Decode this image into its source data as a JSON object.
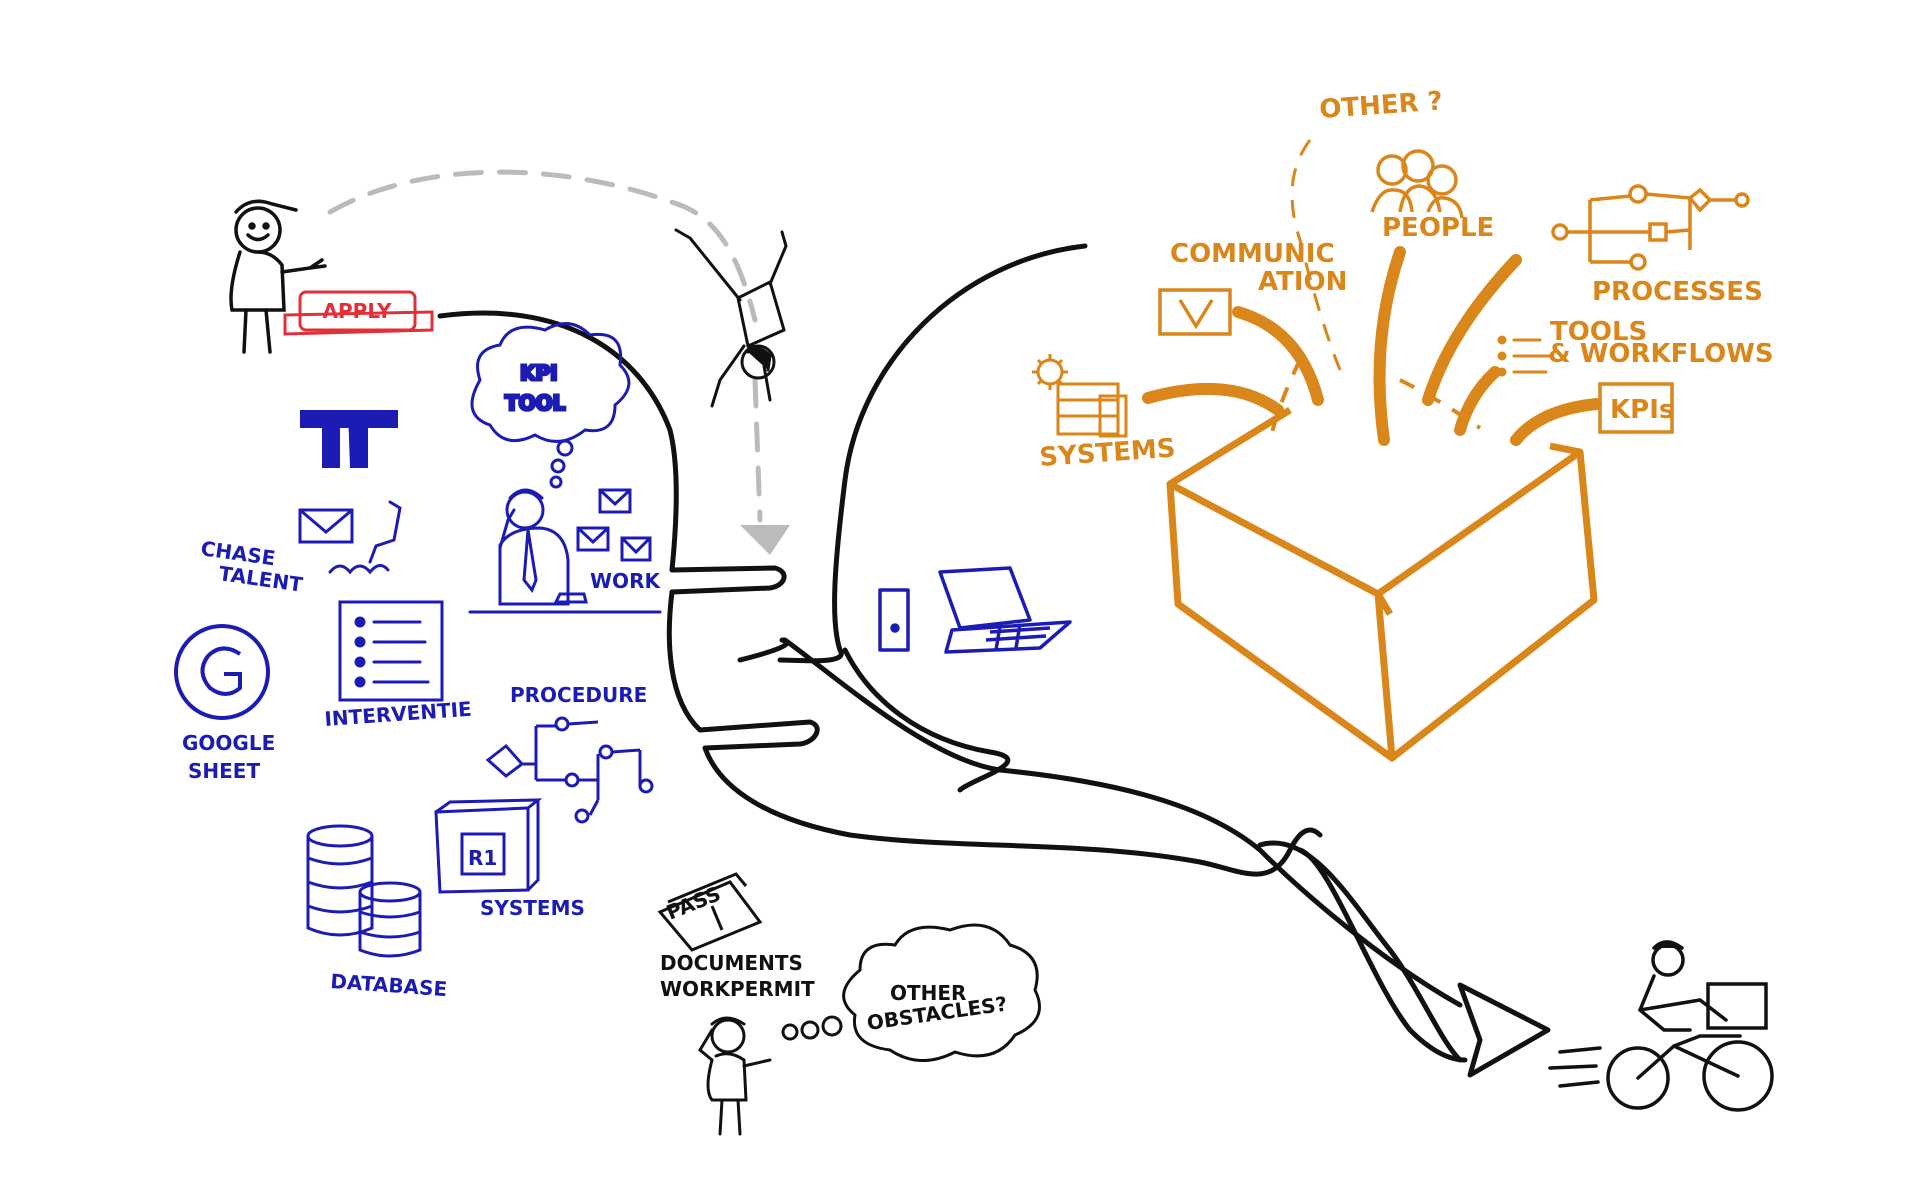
{
  "labels": {
    "apply": "APPLY",
    "kpi_tool_line1": "KPI",
    "kpi_tool_line2": "TOOL",
    "work": "WORK",
    "chase_talent_line1": "CHASE",
    "chase_talent_line2": "TALENT",
    "interventie": "INTERVENTIE",
    "google_sheet_line1": "GOOGLE",
    "google_sheet_line2": "SHEET",
    "procedure": "PROCEDURE",
    "r1": "R1",
    "systems_left": "SYSTEMS",
    "database": "DATABASE",
    "documents": "DOCUMENTS",
    "workpermit": "WORKPERMIT",
    "pass": "PASS",
    "other_obstacles_line1": "OTHER",
    "other_obstacles_line2": "OBSTACLES?",
    "other_top": "OTHER ?",
    "communication_line1": "COMMUNIC",
    "communication_line2": "ATION",
    "people": "PEOPLE",
    "processes": "PROCESSES",
    "tools_workflows_line1": "TOOLS",
    "tools_workflows_line2": "& WORKFLOWS",
    "kpis": "KPIs",
    "systems_right": "SYSTEMS"
  },
  "colors": {
    "ink": "#111111",
    "blue": "#1c1cb4",
    "orange": "#d9861a",
    "red": "#e0303a",
    "gray": "#bbbbbb"
  },
  "icons": [
    "stick-figure-icon",
    "apply-button-icon",
    "falling-figure-icon",
    "thought-cloud-icon",
    "envelope-icon",
    "phone-icon",
    "checklist-icon",
    "google-g-icon",
    "flowchart-icon",
    "cube-icon",
    "database-icon",
    "laptop-icon",
    "passport-icon",
    "people-icon",
    "gear-icon",
    "open-box-icon",
    "cyclist-icon",
    "arrow-path-icon"
  ]
}
